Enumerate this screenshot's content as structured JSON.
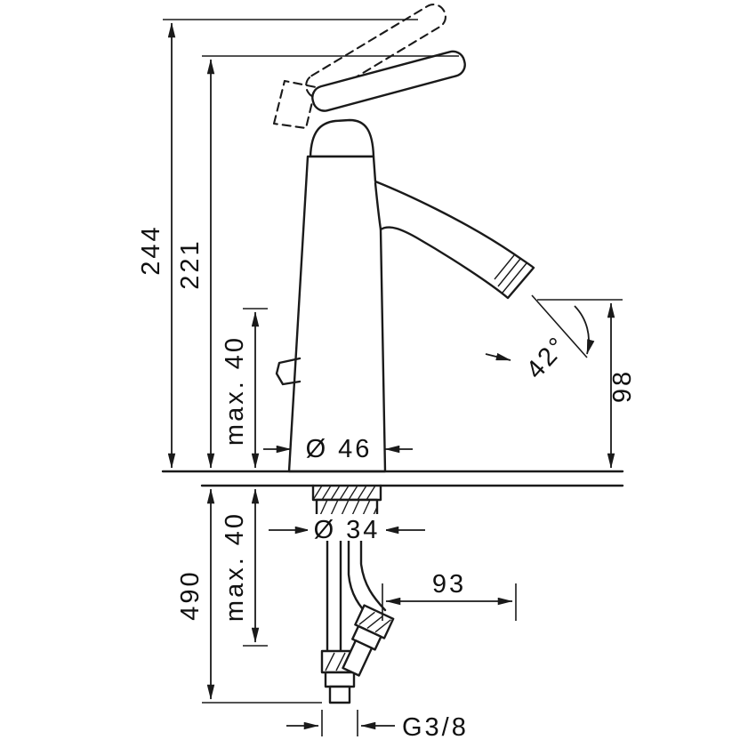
{
  "drawing": {
    "labels": {
      "h244": "244",
      "h221": "221",
      "max40_upper": "max. 40",
      "dia46": "Ø 46",
      "angle42": "42°",
      "h98": "98",
      "h490": "490",
      "max40_lower": "max. 40",
      "dia34": "Ø 34",
      "w93": "93",
      "thread": "G3/8"
    },
    "colors": {
      "line": "#1a1a1a",
      "background": "#ffffff"
    }
  }
}
